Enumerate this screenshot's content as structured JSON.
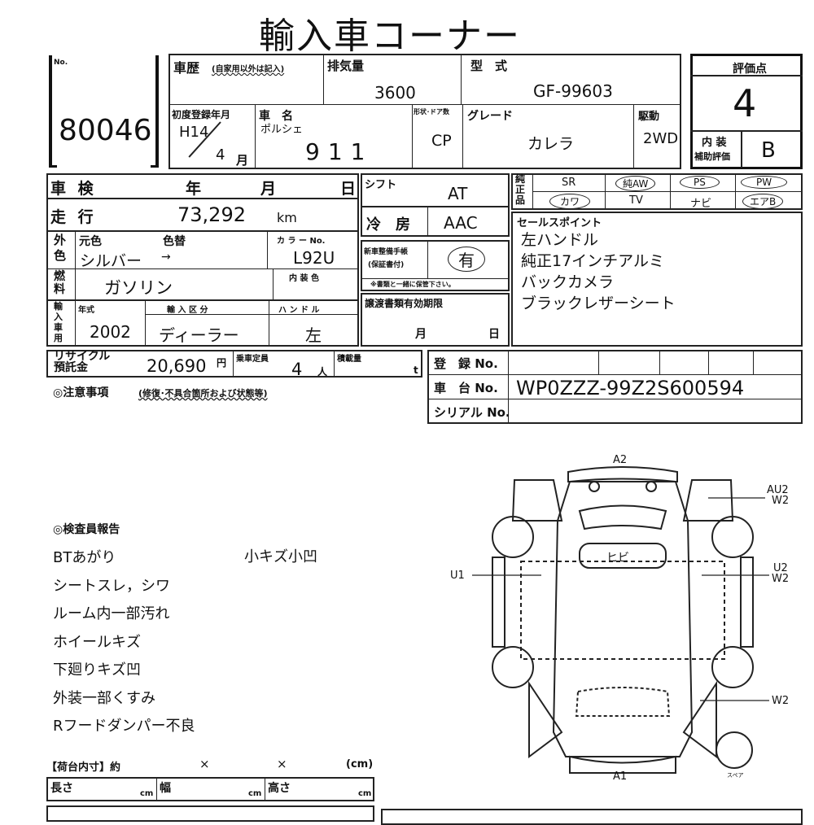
{
  "title": "輸入車コーナー",
  "lot": {
    "label": "No.",
    "number": "80046"
  },
  "top": {
    "history_label": "車歴",
    "history_note": "(自家用以外は記入)",
    "displacement_label": "排気量",
    "displacement": "3600",
    "model_label": "型　式",
    "model": "GF-99603",
    "first_reg_label": "初度登録年月",
    "first_reg_year": "H14",
    "first_reg_month": "4",
    "month_unit": "月",
    "car_name_label": "車　名",
    "maker": "ポルシェ",
    "car_name": "911",
    "shape_label": "形状･ドア数",
    "shape": "CP",
    "grade_label": "グレード",
    "grade": "カレラ",
    "drive_label": "駆動",
    "drive": "2WD"
  },
  "score": {
    "label": "評価点",
    "value": "4",
    "interior_label": "内 装",
    "interior_sub": "補助評価",
    "interior": "B"
  },
  "inspection": {
    "label": "車 検",
    "year": "年",
    "month": "月",
    "day": "日"
  },
  "mileage": {
    "label": "走 行",
    "value": "73,292",
    "unit": "km"
  },
  "color": {
    "label": "外色",
    "original_label": "元色",
    "change_label": "色替",
    "original": "シルバー",
    "arrow": "→",
    "code_label": "カ ラ ー No.",
    "code": "L92U"
  },
  "fuel": {
    "label": "燃料",
    "value": "ガソリン",
    "interior_color_label": "内 装 色"
  },
  "import": {
    "label": "輸入車用",
    "year_label": "年式",
    "year": "2002",
    "type_label": "輸 入 区 分",
    "type": "ディーラー",
    "handle_label": "ハ ン ド ル",
    "handle": "左"
  },
  "shift": {
    "label": "シフト",
    "value": "AT"
  },
  "ac": {
    "label": "冷　房",
    "value": "AAC"
  },
  "service_book": {
    "label": "新車整備手帳",
    "sub": "(保証書付)",
    "value": "有",
    "note": "※書類と一緒に保管下さい。"
  },
  "transfer": {
    "label": "譲渡書類有効期限",
    "month": "月",
    "day": "日"
  },
  "equipment": {
    "label": "純正品",
    "row1": [
      "SR",
      "純AW",
      "PS",
      "PW"
    ],
    "row2": [
      "カワ",
      "TV",
      "ナビ",
      "エアB"
    ]
  },
  "sales_points": {
    "label": "セールスポイント",
    "items": [
      "左ハンドル",
      "純正17インチアルミ",
      "バックカメラ",
      "ブラックレザーシート"
    ]
  },
  "recycle": {
    "label1": "リサイクル",
    "label2": "預託金",
    "value": "20,690",
    "unit": "円",
    "capacity_label": "乗車定員",
    "capacity": "4",
    "capacity_unit": "人",
    "load_label": "積載量",
    "load_unit": "t"
  },
  "notes_label": "◎注意事項",
  "notes_sub": "(修復･不具合箇所および状態等)",
  "registration": {
    "reg_label": "登　録 No.",
    "chassis_label": "車　台 No.",
    "chassis": "WP0ZZZ-99Z2S600594",
    "serial_label": "シリアル No."
  },
  "report": {
    "label": "◎検査員報告",
    "lines": [
      "BTあがり",
      "シートスレ，シワ",
      "ルーム内一部汚れ",
      "ホイールキズ",
      "下廻りキズ凹",
      "外装一部くすみ",
      "Rフードダンパー不良"
    ],
    "side_note": "小キズ小凹"
  },
  "diagram": {
    "a2": "A2",
    "a1": "A1",
    "u1": "U1",
    "au2_1": "AU2",
    "au2_2": "W2",
    "u2_1": "U2",
    "u2_2": "W2",
    "w2": "W2",
    "hibi": "ヒビ",
    "spare": "スペア"
  },
  "cargo": {
    "label": "【荷台内寸】約",
    "x1": "×",
    "x2": "×",
    "unit": "(cm)",
    "length": "長さ",
    "width": "幅",
    "height": "高さ",
    "cm": "cm"
  }
}
